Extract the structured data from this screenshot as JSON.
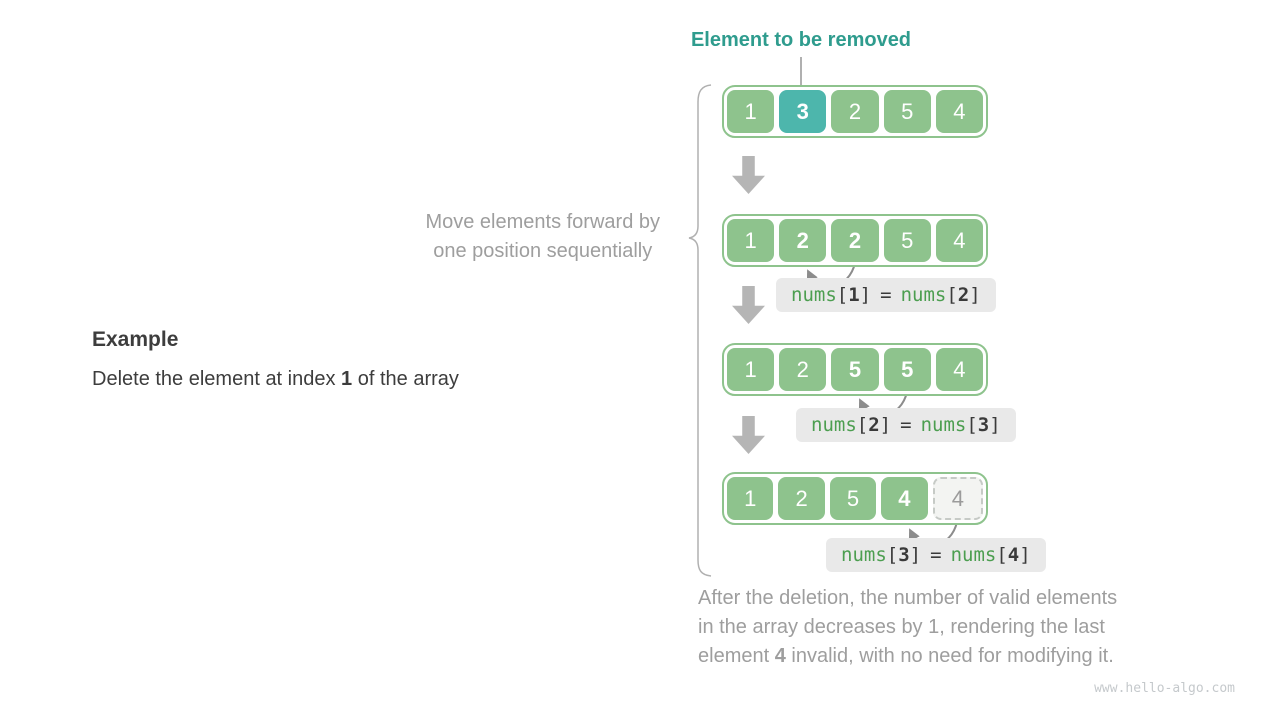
{
  "colors": {
    "cell_green": "#8ec38d",
    "highlight_teal": "#4db6ac",
    "title_teal": "#2f9c8e",
    "code_green": "#4c9e50",
    "code_bg": "#e9e9e9",
    "muted_gray": "#9e9e9e",
    "arrow_gray": "#b5b5b5"
  },
  "left_panel": {
    "note_line1": "Move elements forward by",
    "note_line2": "one position sequentially",
    "example_title": "Example",
    "example_prefix": "Delete the element at index ",
    "example_bold": "1",
    "example_suffix": " of the array"
  },
  "diagram": {
    "title": "Element to be removed",
    "syntax": {
      "open": "[",
      "close": "]",
      "eq": "="
    },
    "steps": [
      {
        "cells": [
          {
            "value": "1"
          },
          {
            "value": "3",
            "highlight": true
          },
          {
            "value": "2"
          },
          {
            "value": "5"
          },
          {
            "value": "4"
          }
        ]
      },
      {
        "cells": [
          {
            "value": "1"
          },
          {
            "value": "2",
            "moved": true
          },
          {
            "value": "2",
            "moved": true
          },
          {
            "value": "5"
          },
          {
            "value": "4"
          }
        ],
        "code": {
          "fn1": "nums",
          "idx1": "1",
          "fn2": "nums",
          "idx2": "2"
        }
      },
      {
        "cells": [
          {
            "value": "1"
          },
          {
            "value": "2"
          },
          {
            "value": "5",
            "moved": true
          },
          {
            "value": "5",
            "moved": true
          },
          {
            "value": "4"
          }
        ],
        "code": {
          "fn1": "nums",
          "idx1": "2",
          "fn2": "nums",
          "idx2": "3"
        }
      },
      {
        "cells": [
          {
            "value": "1"
          },
          {
            "value": "2"
          },
          {
            "value": "5"
          },
          {
            "value": "4",
            "moved": true
          },
          {
            "value": "4",
            "invalid": true
          }
        ],
        "code": {
          "fn1": "nums",
          "idx1": "3",
          "fn2": "nums",
          "idx2": "4"
        }
      }
    ]
  },
  "footer": {
    "line1": "After the deletion, the number of valid elements",
    "line2": "in the array decreases by 1, rendering the last",
    "line3_prefix": "element ",
    "line3_bold": "4",
    "line3_suffix": " invalid, with no need for modifying it."
  },
  "watermark": "www.hello-algo.com"
}
